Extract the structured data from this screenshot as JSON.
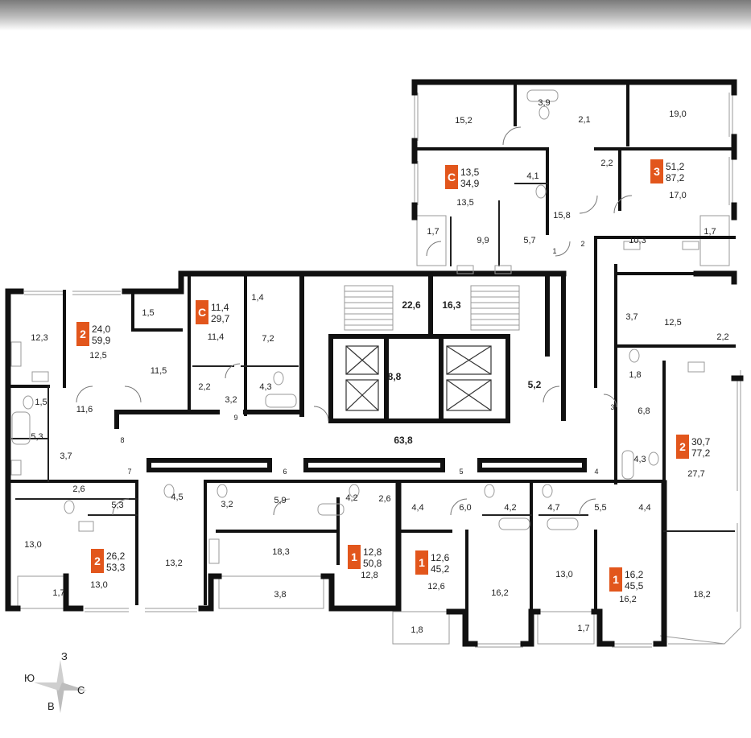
{
  "colors": {
    "accent": "#e2561c",
    "wall": "#111111",
    "fixture": "#9a9a9a",
    "window": "#9a9a9a"
  },
  "compass": {
    "north": "З",
    "west": "Ю",
    "east": "С",
    "south": "В"
  },
  "apartments": [
    {
      "id": "apt-3-top-right",
      "type": "3",
      "living": "51,2",
      "total": "87,2"
    },
    {
      "id": "apt-c-top",
      "type": "С",
      "living": "13,5",
      "total": "34,9"
    },
    {
      "id": "apt-2-top-left",
      "type": "2",
      "living": "24,0",
      "total": "59,9"
    },
    {
      "id": "apt-c-left",
      "type": "С",
      "living": "11,4",
      "total": "29,7"
    },
    {
      "id": "apt-2-right",
      "type": "2",
      "living": "30,7",
      "total": "77,2"
    },
    {
      "id": "apt-2-bottom-left",
      "type": "2",
      "living": "26,2",
      "total": "53,3"
    },
    {
      "id": "apt-1-bottom-a",
      "type": "1",
      "living": "12,8",
      "total": "50,8"
    },
    {
      "id": "apt-1-bottom-b",
      "type": "1",
      "living": "12,6",
      "total": "45,2"
    },
    {
      "id": "apt-1-bottom-c",
      "type": "1",
      "living": "16,2",
      "total": "45,5"
    }
  ],
  "rooms": [
    "15,2",
    "3,9",
    "2,1",
    "19,0",
    "2,2",
    "17,0",
    "4,1",
    "13,5",
    "15,8",
    "9,9",
    "5,7",
    "1,7",
    "10,3",
    "1,7",
    "22,6",
    "16,3",
    "1,5",
    "1,4",
    "12,3",
    "12,5",
    "11,5",
    "11,4",
    "7,2",
    "3,7",
    "12,5",
    "2,2",
    "8,8",
    "5,2",
    "2,2",
    "4,3",
    "3,2",
    "1,8",
    "1,5",
    "11,6",
    "6,8",
    "63,8",
    "5,3",
    "3,7",
    "4,3",
    "27,7",
    "2,6",
    "5,3",
    "4,5",
    "3,2",
    "5,9",
    "4,2",
    "2,6",
    "4,4",
    "6,0",
    "4,2",
    "4,7",
    "5,5",
    "4,4",
    "13,0",
    "18,3",
    "13,2",
    "13,0",
    "12,8",
    "12,6",
    "16,2",
    "13,0",
    "16,2",
    "18,2",
    "1,7",
    "3,8",
    "1,8",
    "1,7"
  ],
  "bold_rooms": [
    "22,6",
    "16,3",
    "8,8",
    "5,2",
    "63,8"
  ],
  "doors": [
    "1",
    "2",
    "3",
    "4",
    "5",
    "6",
    "7",
    "8",
    "9"
  ]
}
